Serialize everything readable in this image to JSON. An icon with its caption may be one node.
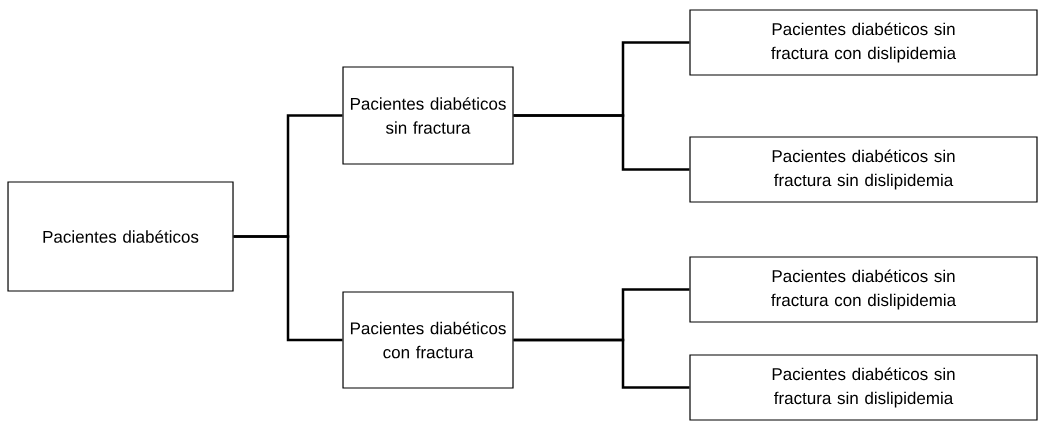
{
  "diagram": {
    "nodes": [
      {
        "text": [
          "Pacientes diabéticos"
        ]
      },
      {
        "text": [
          "Pacientes diabéticos sin fractura"
        ]
      },
      {
        "text": [
          "Pacientes diabéticos con fractura"
        ]
      },
      {
        "text": [
          "Pacientes diabéticos sin fractura con dislipidemia"
        ]
      },
      {
        "text": [
          "Pacientes diabéticos sin fractura sin dislipidemia"
        ]
      },
      {
        "text": [
          "Pacientes diabéticos sin fractura con dislipidemia"
        ]
      },
      {
        "text": [
          "Pacientes diabéticos sin fractura sin dislipidemia"
        ]
      }
    ],
    "edges": [
      {
        "from": 0,
        "to": 1,
        "arrow": "none"
      },
      {
        "from": 0,
        "to": 2,
        "arrow": "none"
      },
      {
        "from": 1,
        "to": 3,
        "arrow": "none"
      },
      {
        "from": 1,
        "to": 4,
        "arrow": "none"
      },
      {
        "from": 2,
        "to": 5,
        "arrow": "none"
      },
      {
        "from": 2,
        "to": 6,
        "arrow": "none"
      }
    ]
  }
}
